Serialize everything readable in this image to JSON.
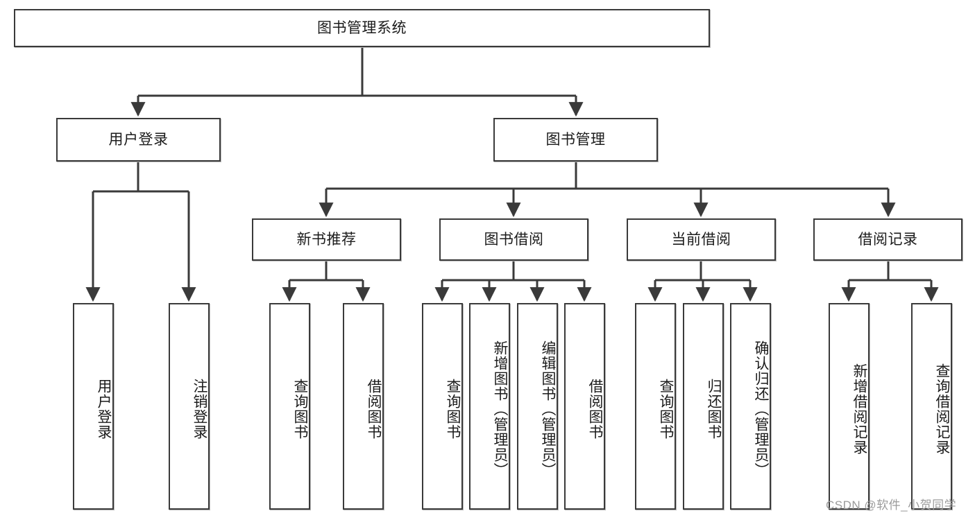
{
  "diagram": {
    "title": "图书管理系统",
    "type": "tree-hierarchy",
    "root": {
      "label": "图书管理系统"
    },
    "level2": [
      {
        "label": "用户登录"
      },
      {
        "label": "图书管理"
      }
    ],
    "level3": [
      {
        "label": "新书推荐"
      },
      {
        "label": "图书借阅"
      },
      {
        "label": "当前借阅"
      },
      {
        "label": "借阅记录"
      }
    ],
    "leaves": {
      "user_login": [
        {
          "label": "用户登录"
        },
        {
          "label": "注销登录"
        }
      ],
      "new_book_recommend": [
        {
          "label": "查询图书"
        },
        {
          "label": "借阅图书"
        }
      ],
      "book_borrow": [
        {
          "label": "查询图书"
        },
        {
          "label": "新增图书（管理员）"
        },
        {
          "label": "编辑图书（管理员）"
        },
        {
          "label": "借阅图书"
        }
      ],
      "current_borrow": [
        {
          "label": "查询图书"
        },
        {
          "label": "归还图书"
        },
        {
          "label": "确认归还（管理员）"
        }
      ],
      "borrow_record": [
        {
          "label": "新增借阅记录"
        },
        {
          "label": "查询借阅记录"
        }
      ]
    }
  },
  "watermark": {
    "text": "CSDN @软件_小贺同学"
  },
  "colors": {
    "stroke": "#3a3a3a",
    "box_fill": "#ffffff",
    "text": "#1b1b1b",
    "watermark": "#9b9b9b"
  }
}
